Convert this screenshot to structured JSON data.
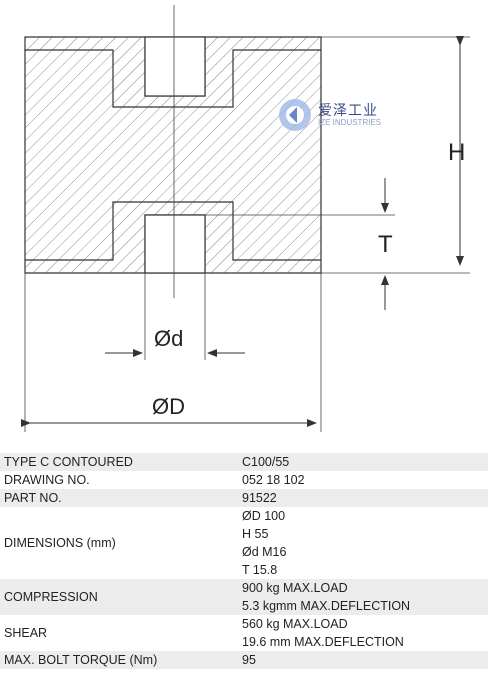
{
  "drawing": {
    "labels": {
      "H": "H",
      "T": "T",
      "d": "Ød",
      "D": "ØD"
    }
  },
  "watermark": {
    "brand_cn": "爱泽工业",
    "brand_en": "IZE INDUSTRIES",
    "icon": "ize-logo-icon"
  },
  "specs": [
    {
      "key": "TYPE C CONTOURED",
      "values": [
        "C100/55"
      ]
    },
    {
      "key": "DRAWING NO.",
      "values": [
        "052 18 102"
      ]
    },
    {
      "key": "PART NO.",
      "values": [
        "91522"
      ]
    },
    {
      "key": "DIMENSIONS (mm)",
      "values": [
        "ØD 100",
        "H 55",
        "Ød M16",
        "T 15.8"
      ]
    },
    {
      "key": "COMPRESSION",
      "values": [
        "900 kg MAX.LOAD",
        "5.3 kgmm MAX.DEFLECTION"
      ]
    },
    {
      "key": "SHEAR",
      "values": [
        "560 kg MAX.LOAD",
        "19.6 mm MAX.DEFLECTION"
      ]
    },
    {
      "key": "MAX. BOLT TORQUE (Nm)",
      "values": [
        "95"
      ]
    }
  ],
  "colors": {
    "row_shade": "#ececec",
    "line": "#333333",
    "hatch": "#777777"
  }
}
